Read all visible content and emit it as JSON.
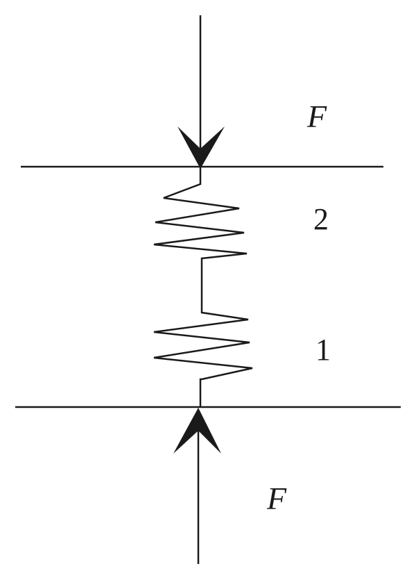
{
  "labels": {
    "force_top": "F",
    "force_bottom": "F",
    "spring_upper": "2",
    "spring_lower": "1"
  },
  "colors": {
    "stroke": "#1a1a1a",
    "background": "#ffffff"
  }
}
